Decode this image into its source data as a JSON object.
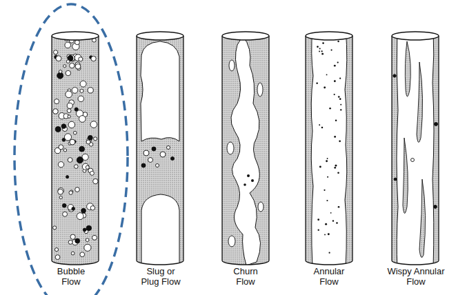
{
  "diagram": {
    "labels": [
      "Bubble Flow",
      "Slug or Plug Flow",
      "Churn Flow",
      "Annular Flow",
      "Wispy Annular Flow"
    ]
  }
}
